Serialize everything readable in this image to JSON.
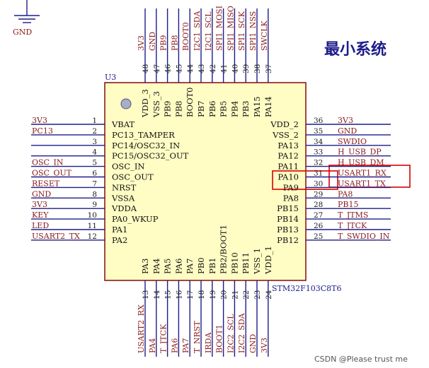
{
  "title": "最小系统",
  "part_ref": "U3",
  "part_name": "STM32F103C8T6",
  "gnd_label": "GND",
  "watermark": "CSDN @Please trust me",
  "colors": {
    "wire": "#1c1c8a",
    "net": "#8a1a1a",
    "chip_fill": "#fffcc4",
    "chip_stroke": "#8a1a1a",
    "highlight": "#d80000"
  },
  "left_pins": [
    {
      "num": "1",
      "name": "VBAT",
      "net": "3V3"
    },
    {
      "num": "2",
      "name": "PC13_TAMPER",
      "net": "PC13"
    },
    {
      "num": "3",
      "name": "PC14/OSC32_IN",
      "net": ""
    },
    {
      "num": "4",
      "name": "PC15/OSC32_OUT",
      "net": ""
    },
    {
      "num": "5",
      "name": "OSC_IN",
      "net": "OSC_IN"
    },
    {
      "num": "6",
      "name": "OSC_OUT",
      "net": "OSC_OUT"
    },
    {
      "num": "7",
      "name": "NRST",
      "net": "RESET"
    },
    {
      "num": "8",
      "name": "VSSA",
      "net": "GND"
    },
    {
      "num": "9",
      "name": "VDDA",
      "net": "3V3"
    },
    {
      "num": "10",
      "name": "PA0_WKUP",
      "net": "KEY"
    },
    {
      "num": "11",
      "name": "PA1",
      "net": "LED"
    },
    {
      "num": "12",
      "name": "PA2",
      "net": "USART2_TX"
    }
  ],
  "right_pins": [
    {
      "num": "36",
      "name": "VDD_2",
      "net": "3V3"
    },
    {
      "num": "35",
      "name": "VSS_2",
      "net": "GND"
    },
    {
      "num": "34",
      "name": "PA13",
      "net": "SWDIO"
    },
    {
      "num": "33",
      "name": "PA12",
      "net": "H_USB_DP"
    },
    {
      "num": "32",
      "name": "PA11",
      "net": "H_USB_DM"
    },
    {
      "num": "31",
      "name": "PA10",
      "net": "USART1_RX"
    },
    {
      "num": "30",
      "name": "PA9",
      "net": "USART1_TX"
    },
    {
      "num": "29",
      "name": "PA8",
      "net": "PA8"
    },
    {
      "num": "28",
      "name": "PB15",
      "net": "PB15"
    },
    {
      "num": "27",
      "name": "PB14",
      "net": "T_JTMS"
    },
    {
      "num": "26",
      "name": "PB13",
      "net": "T_JTCK"
    },
    {
      "num": "25",
      "name": "PB12",
      "net": "T_SWDIO_IN"
    }
  ],
  "top_pins": [
    {
      "num": "48",
      "name": "VDD_3",
      "net": "3V3"
    },
    {
      "num": "47",
      "name": "VSS_3",
      "net": "GND"
    },
    {
      "num": "46",
      "name": "PB9",
      "net": "PB9"
    },
    {
      "num": "45",
      "name": "PB8",
      "net": "PB8"
    },
    {
      "num": "44",
      "name": "BOOT0",
      "net": "BOOT0"
    },
    {
      "num": "43",
      "name": "PB7",
      "net": "I2C1_SDA"
    },
    {
      "num": "42",
      "name": "PB6",
      "net": "I2C1_SCL"
    },
    {
      "num": "41",
      "name": "PB5",
      "net": "SPI1_MOSI"
    },
    {
      "num": "40",
      "name": "PB4",
      "net": "SPI1_MISO"
    },
    {
      "num": "39",
      "name": "PB3",
      "net": "SPI1_SCK"
    },
    {
      "num": "38",
      "name": "PA15",
      "net": "SPI1_NSS"
    },
    {
      "num": "37",
      "name": "PA14",
      "net": "SWCLK"
    }
  ],
  "bottom_pins": [
    {
      "num": "13",
      "name": "PA3",
      "net": "USART2_RX"
    },
    {
      "num": "14",
      "name": "PA4",
      "net": "PA4"
    },
    {
      "num": "15",
      "name": "PA5",
      "net": "T_JTCK"
    },
    {
      "num": "16",
      "name": "PA6",
      "net": "PA6"
    },
    {
      "num": "17",
      "name": "PA7",
      "net": "PA7"
    },
    {
      "num": "18",
      "name": "PB0",
      "net": "T_NRST"
    },
    {
      "num": "19",
      "name": "PB1",
      "net": "IRDA"
    },
    {
      "num": "20",
      "name": "PB2/BOOT1",
      "net": "BOOT1"
    },
    {
      "num": "21",
      "name": "PB10",
      "net": "I2C2_SCL"
    },
    {
      "num": "22",
      "name": "PB11",
      "net": "I2C2_SDA"
    },
    {
      "num": "23",
      "name": "VSS_1",
      "net": "GND"
    },
    {
      "num": "24",
      "name": "VDD_1",
      "net": "3V3"
    }
  ]
}
